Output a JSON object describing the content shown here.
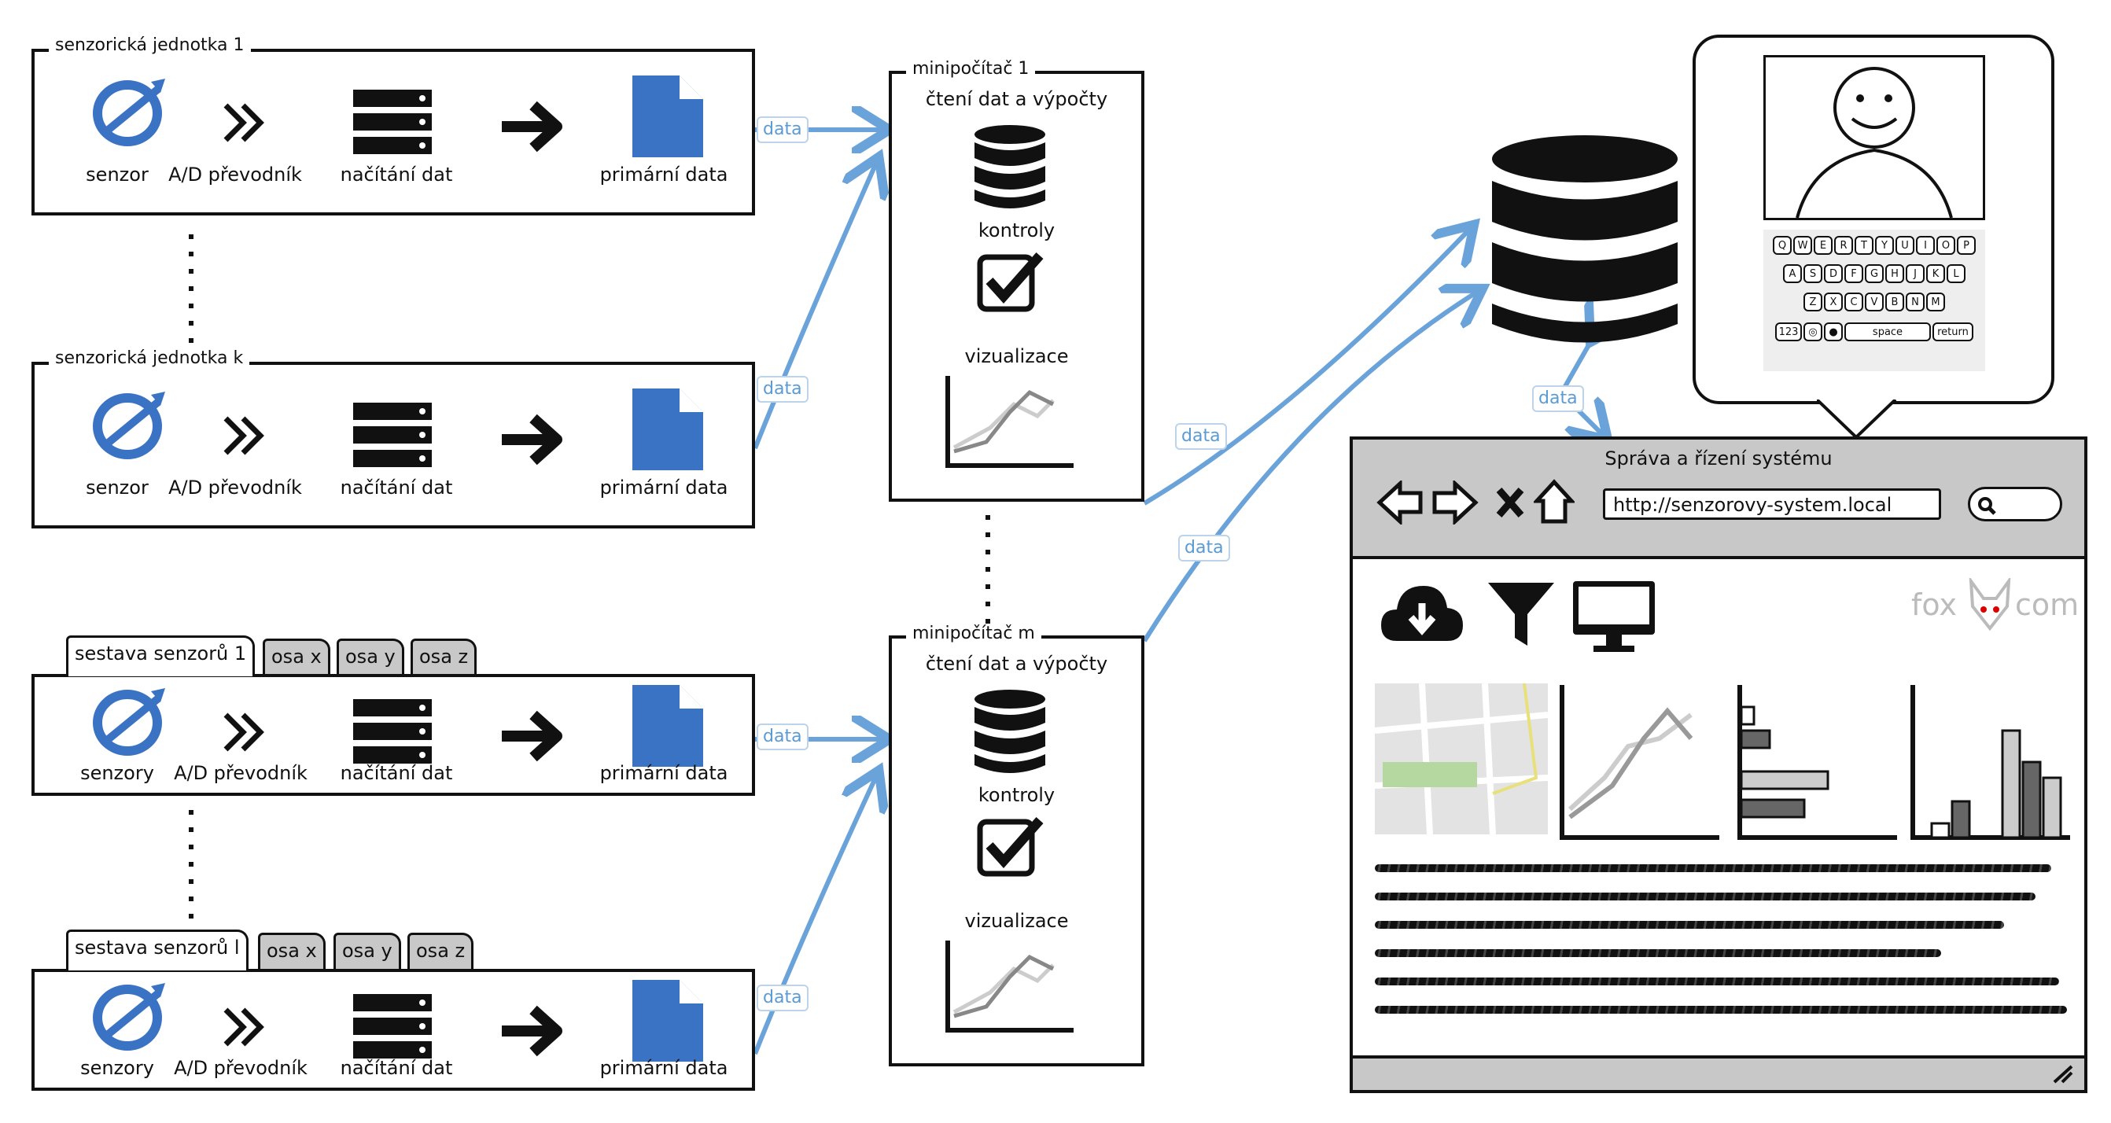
{
  "colors": {
    "accent": "#5a9bd5",
    "doc": "#3a73c4",
    "dark": "#111111",
    "browser_bar": "#c8c8c8"
  },
  "sensor_units": [
    {
      "title": "senzorická jednotka 1",
      "labels": [
        "senzor",
        "A/D převodník",
        "načítání dat",
        "primární data"
      ]
    },
    {
      "title": "senzorická jednotka k",
      "labels": [
        "senzor",
        "A/D převodník",
        "načítání dat",
        "primární data"
      ]
    }
  ],
  "sensor_sets": [
    {
      "tabs": [
        "sestava senzorů 1",
        "osa x",
        "osa y",
        "osa z"
      ],
      "labels": [
        "senzory",
        "A/D převodník",
        "načítání dat",
        "primární data"
      ]
    },
    {
      "tabs": [
        "sestava senzorů l",
        "osa x",
        "osa y",
        "osa z"
      ],
      "labels": [
        "senzory",
        "A/D převodník",
        "načítání dat",
        "primární data"
      ]
    }
  ],
  "computers": [
    {
      "title": "minipočítač 1",
      "subtitle": "čtení dat a výpočty",
      "checks_label": "kontroly",
      "viz_label": "vizualizace"
    },
    {
      "title": "minipočítač m",
      "subtitle": "čtení dat a výpočty",
      "checks_label": "kontroly",
      "viz_label": "vizualizace"
    }
  ],
  "data_label": "data",
  "browser": {
    "title": "Správa a řízení systému",
    "url": "http://senzorovy-system.local",
    "logo_left": "fox",
    "logo_right": "com"
  },
  "tablet": {
    "keyboard_rows": [
      [
        "Q",
        "W",
        "E",
        "R",
        "T",
        "Y",
        "U",
        "I",
        "O",
        "P"
      ],
      [
        "A",
        "S",
        "D",
        "F",
        "G",
        "H",
        "J",
        "K",
        "L"
      ],
      [
        "Z",
        "X",
        "C",
        "V",
        "B",
        "N",
        "M"
      ]
    ],
    "key_123": "123",
    "key_space": "space",
    "key_return": "return"
  },
  "icons": [
    "sensor-icon",
    "chevron-right-double-icon",
    "server-icon",
    "arrow-right-icon",
    "document-icon",
    "database-icon",
    "checkbox-icon",
    "line-chart-icon",
    "back-icon",
    "forward-icon",
    "close-icon",
    "home-icon",
    "search-icon",
    "cloud-download-icon",
    "filter-icon",
    "monitor-icon",
    "map-icon",
    "bar-chart-icon",
    "smiley-icon"
  ]
}
